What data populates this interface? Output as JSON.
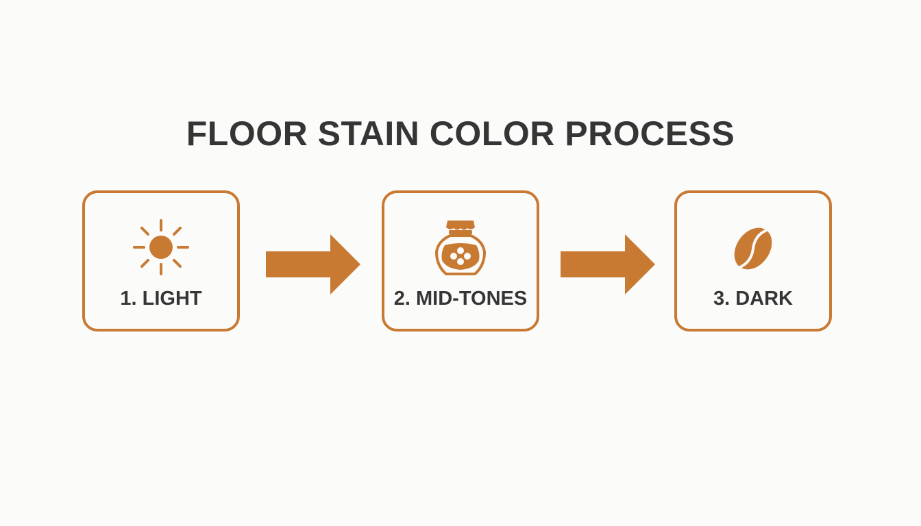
{
  "title": "FLOOR STAIN COLOR PROCESS",
  "accent_color": "#c87a33",
  "text_color": "#353535",
  "steps": [
    {
      "label": "1. LIGHT",
      "icon": "sun-icon"
    },
    {
      "label": "2. MID-TONES",
      "icon": "honey-jar-icon"
    },
    {
      "label": "3. DARK",
      "icon": "coffee-bean-icon"
    }
  ]
}
